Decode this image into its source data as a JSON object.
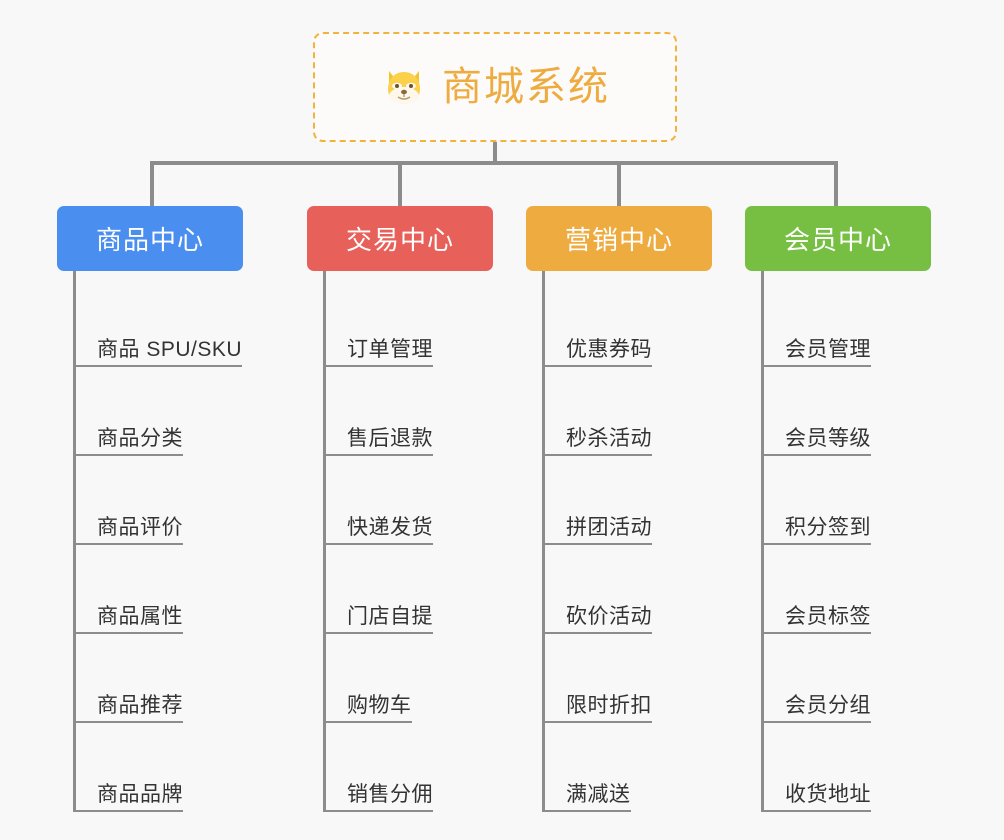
{
  "page": {
    "background_color": "#f8f8f8",
    "type": "mindmap"
  },
  "root": {
    "title": "商城系统",
    "emoji": "🐶",
    "emoji_name": "dog-face-icon",
    "border_color": "#f2b33d",
    "text_color": "#eeab3f"
  },
  "connector": {
    "color": "#8c8c8c"
  },
  "branches": [
    {
      "label": "商品中心",
      "color": "#4a8ef0",
      "items": [
        {
          "label": "商品 SPU/SKU"
        },
        {
          "label": "商品分类"
        },
        {
          "label": "商品评价"
        },
        {
          "label": "商品属性"
        },
        {
          "label": "商品推荐"
        },
        {
          "label": "商品品牌"
        }
      ]
    },
    {
      "label": "交易中心",
      "color": "#e8605a",
      "items": [
        {
          "label": "订单管理"
        },
        {
          "label": "售后退款"
        },
        {
          "label": "快递发货"
        },
        {
          "label": "门店自提"
        },
        {
          "label": "购物车"
        },
        {
          "label": "销售分佣"
        }
      ]
    },
    {
      "label": "营销中心",
      "color": "#eeab3f",
      "items": [
        {
          "label": "优惠券码"
        },
        {
          "label": "秒杀活动"
        },
        {
          "label": "拼团活动"
        },
        {
          "label": "砍价活动"
        },
        {
          "label": "限时折扣"
        },
        {
          "label": "满减送"
        }
      ]
    },
    {
      "label": "会员中心",
      "color": "#76bf43",
      "items": [
        {
          "label": "会员管理"
        },
        {
          "label": "会员等级"
        },
        {
          "label": "积分签到"
        },
        {
          "label": "会员标签"
        },
        {
          "label": "会员分组"
        },
        {
          "label": "收货地址"
        }
      ]
    }
  ]
}
